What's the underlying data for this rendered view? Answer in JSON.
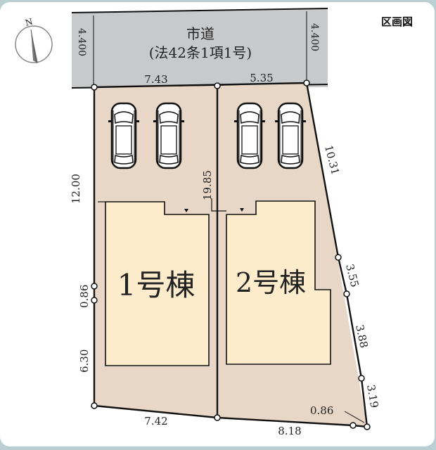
{
  "title": "区画図",
  "road": {
    "name": "市道",
    "classification": "(法42条1項1号)",
    "width_left": "4.400",
    "width_right": "4.400"
  },
  "compass": {
    "label": "N"
  },
  "lots": [
    {
      "name": "1号棟",
      "parking_spaces": 2
    },
    {
      "name": "2号棟",
      "parking_spaces": 2
    }
  ],
  "dimensions": {
    "top_left": "7.43",
    "top_right": "5.35",
    "left_upper": "12.00",
    "left_mid": "0.86",
    "left_lower": "6.30",
    "center_divider": "19.85",
    "right_1": "10.31",
    "right_2": "3.55",
    "right_3": "3.88",
    "right_4": "3.19",
    "corner": "0.86",
    "bottom_left": "7.42",
    "bottom_right": "8.18"
  },
  "colors": {
    "road": "#c8c9cb",
    "lot": "#e8d6c6",
    "house": "#fdeccb",
    "line": "#111111",
    "background": "#b9cfd1"
  }
}
